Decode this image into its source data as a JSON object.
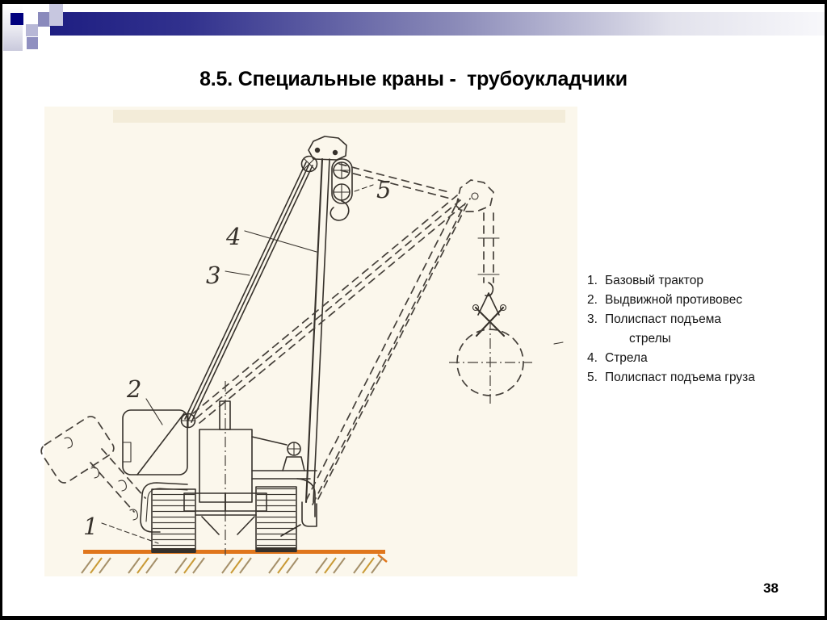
{
  "slide": {
    "title": "8.5. Специальные краны -  трубоукладчики",
    "page_number": "38"
  },
  "legend": {
    "items": [
      {
        "num": "1.",
        "text": "Базовый трактор"
      },
      {
        "num": "2.",
        "text": "Выдвижной противовес"
      },
      {
        "num": "3.",
        "text": "Полиспаст подъема",
        "text2": "стрелы"
      },
      {
        "num": "4.",
        "text": "Стрела"
      },
      {
        "num": "5.",
        "text": "Полиспаст подъема груза"
      }
    ]
  },
  "figure": {
    "labels": {
      "l1": "1",
      "l2": "2",
      "l3": "3",
      "l4": "4",
      "l5": "5"
    },
    "colors": {
      "ink": "#36312b",
      "ground_line": "#e0761c",
      "paper": "#fbf7ec",
      "hatch_brown": "#a5906a",
      "hatch_gold": "#c99a35"
    }
  },
  "decoration": {
    "navy_square": "#00007e",
    "lavender_medium": "#8a8abc",
    "lavender_light": "#c7c7e0",
    "bar_gradient_start": "#1e1e82",
    "bar_gradient_end": "#f8f8fb"
  }
}
